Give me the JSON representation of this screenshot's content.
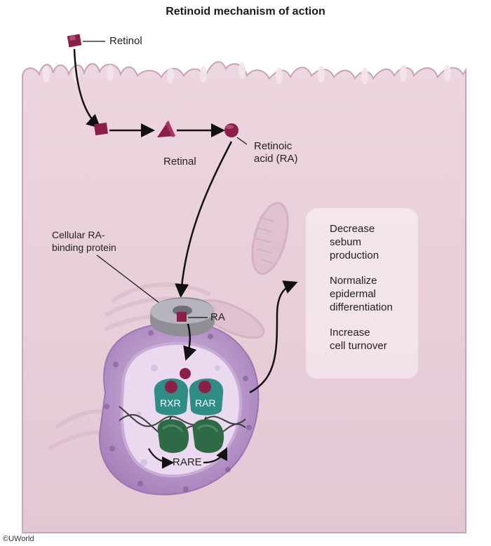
{
  "title": "Retinoid mechanism of action",
  "labels": {
    "retinol": "Retinol",
    "retinal": "Retinal",
    "retinoic_acid_line1": "Retinoic",
    "retinoic_acid_line2": "acid (RA)",
    "crabp_line1": "Cellular RA-",
    "crabp_line2": "binding protein",
    "ra": "RA",
    "rxr": "RXR",
    "rar": "RAR",
    "rare": "RARE"
  },
  "effects": [
    "Decrease\nsebum\nproduction",
    "Normalize\nepidermal\ndifferentiation",
    "Increase\ncell turnover"
  ],
  "credit": "©UWorld",
  "colors": {
    "cell": "#e7cfd9",
    "cell_edge": "#caa4b6",
    "nucleus": "#b894c8",
    "nucleoplasm": "#e6d6ec",
    "molecule": "#8c1e48",
    "receptor": "#2f8d86",
    "dna_binding": "#2f6a46"
  }
}
